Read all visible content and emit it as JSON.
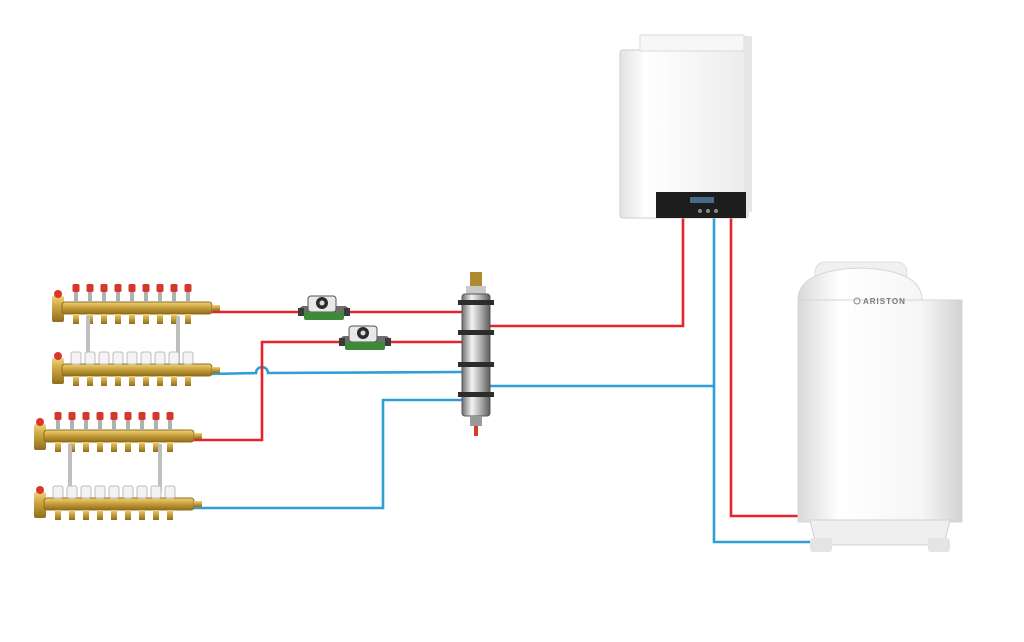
{
  "colors": {
    "hot_pipe": "#e8232b",
    "cold_pipe": "#2f9fd6",
    "brass": "#c9a23e",
    "brass_dark": "#8f6d1c",
    "valve_red": "#d8372b",
    "pump_green": "#3f8a3a",
    "appliance_white": "#f4f4f4",
    "boiler_panel": "#1d1d1d"
  },
  "boiler": {
    "icon": "wall-gas-boiler-icon"
  },
  "tank": {
    "icon": "hot-water-cylinder-icon",
    "brand_label": "ARISTON"
  },
  "hydraulic_separator": {
    "icon": "hydraulic-separator-icon"
  },
  "pumps": [
    {
      "icon": "circulation-pump-icon"
    },
    {
      "icon": "circulation-pump-icon"
    }
  ],
  "manifolds": [
    {
      "icon": "supply-manifold-icon",
      "circuits": 9,
      "type": "supply"
    },
    {
      "icon": "return-manifold-icon",
      "circuits": 9,
      "type": "return"
    },
    {
      "icon": "supply-manifold-icon",
      "circuits": 9,
      "type": "supply"
    },
    {
      "icon": "return-manifold-icon",
      "circuits": 9,
      "type": "return"
    }
  ]
}
